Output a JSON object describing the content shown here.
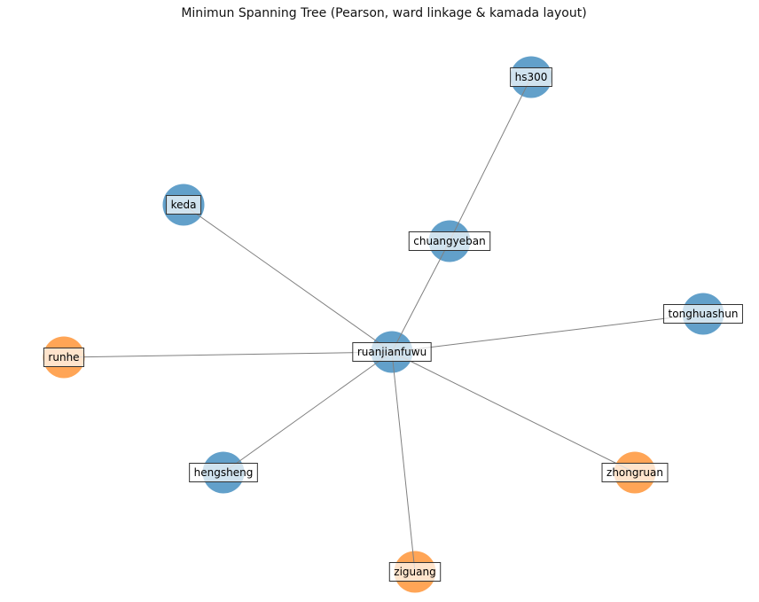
{
  "title": "Minimun Spanning Tree (Pearson, ward linkage & kamada layout)",
  "colors": {
    "group_a": "#1f77b4",
    "group_b": "#ff7f0e",
    "edge": "#808080"
  },
  "nodes": [
    {
      "id": "hs300",
      "group": "group_a"
    },
    {
      "id": "chuangyeban",
      "group": "group_a"
    },
    {
      "id": "keda",
      "group": "group_a"
    },
    {
      "id": "tonghuashun",
      "group": "group_a"
    },
    {
      "id": "ruanjianfuwu",
      "group": "group_a"
    },
    {
      "id": "runhe",
      "group": "group_b"
    },
    {
      "id": "hengsheng",
      "group": "group_a"
    },
    {
      "id": "zhongruan",
      "group": "group_b"
    },
    {
      "id": "ziguang",
      "group": "group_b"
    }
  ],
  "edges": [
    [
      "hs300",
      "chuangyeban"
    ],
    [
      "chuangyeban",
      "ruanjianfuwu"
    ],
    [
      "keda",
      "ruanjianfuwu"
    ],
    [
      "tonghuashun",
      "ruanjianfuwu"
    ],
    [
      "runhe",
      "ruanjianfuwu"
    ],
    [
      "hengsheng",
      "ruanjianfuwu"
    ],
    [
      "zhongruan",
      "ruanjianfuwu"
    ],
    [
      "ziguang",
      "ruanjianfuwu"
    ]
  ]
}
